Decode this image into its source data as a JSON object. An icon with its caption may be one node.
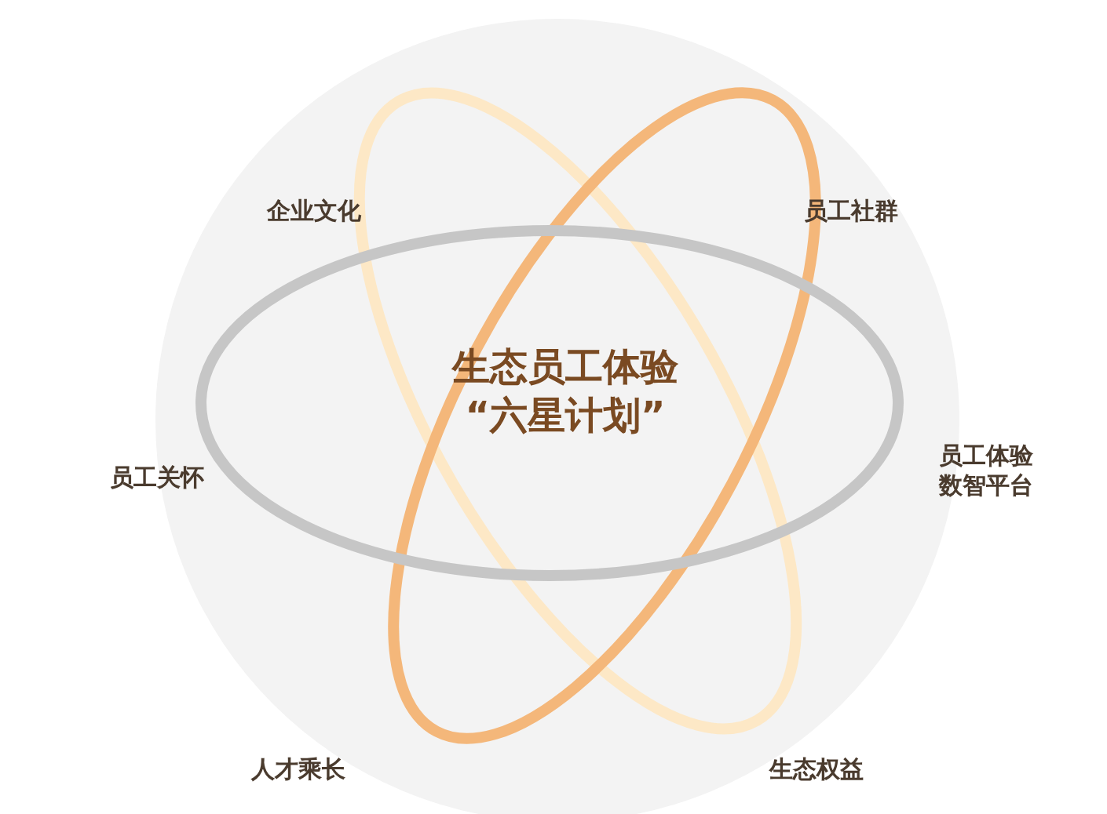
{
  "diagram": {
    "title": "生态员工体验“六星计划”",
    "labels": [
      "企业文化",
      "员工社群",
      "员工关怀",
      "员工体验数智平台",
      "人才乘长",
      "生态权益"
    ]
  }
}
